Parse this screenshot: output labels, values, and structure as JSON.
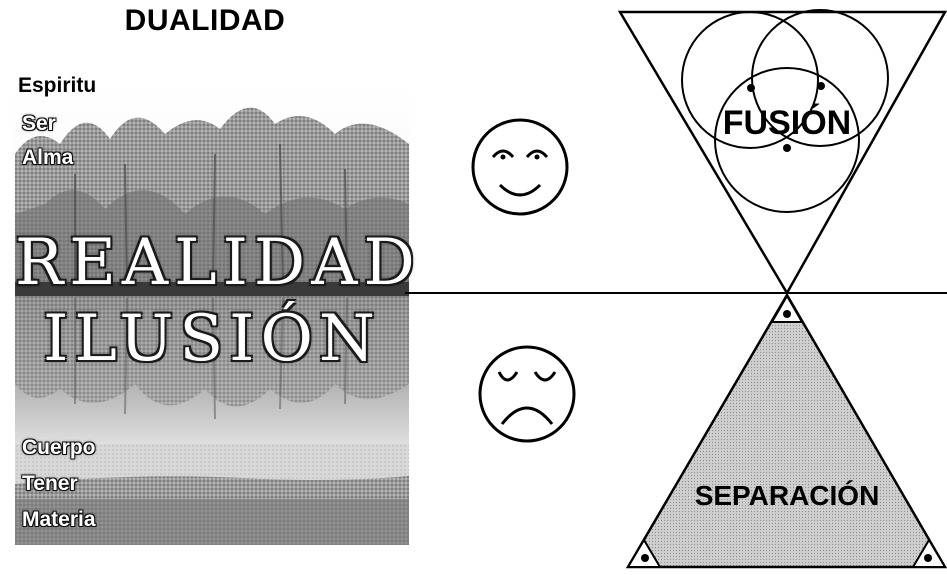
{
  "title": "DUALIDAD",
  "left_panel": {
    "upper_labels": [
      "Espiritu",
      "Ser",
      "Alma"
    ],
    "lower_labels": [
      "Cuerpo",
      "Tener",
      "Materia"
    ],
    "realidad": "REALIDAD",
    "ilusion": "ILUSIÓN"
  },
  "faces": {
    "happy": "smiley-face-icon",
    "sad": "sad-face-icon"
  },
  "right_panel": {
    "fusion_label": "FUSIÓN",
    "separacion_label": "SEPARACIÓN"
  }
}
